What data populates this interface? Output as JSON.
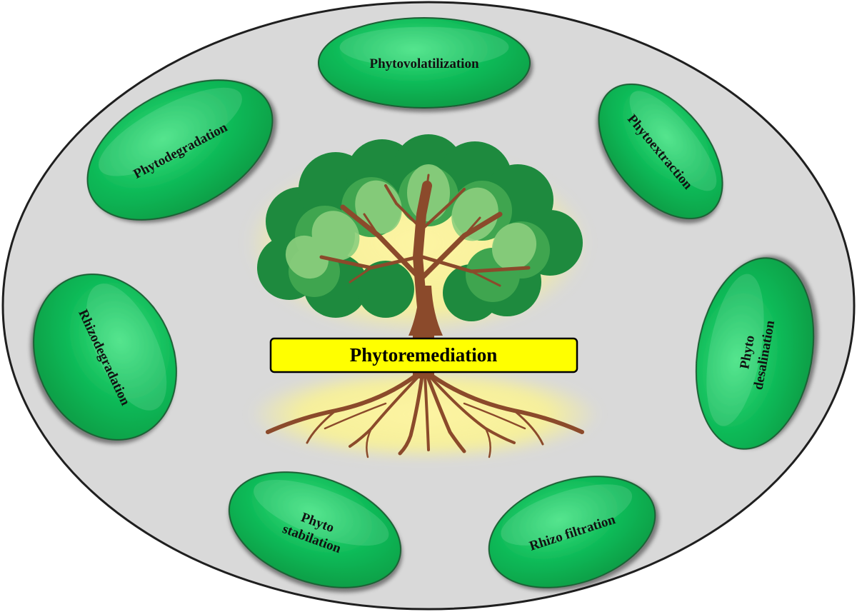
{
  "diagram": {
    "center_label": "Phytoremediation",
    "center_icon": "tree-with-roots-icon",
    "colors": {
      "background_oval": "#d9d9d9",
      "oval_border": "#1f1f1f",
      "pod_fill_light": "#3ee27f",
      "pod_fill": "#0db957",
      "pod_fill_dark": "#079a44",
      "pod_border": "#1e5e34",
      "banner_fill": "#ffff00",
      "banner_border": "#000000",
      "glow": "#fdf58c",
      "trunk": "#8b4a2b",
      "foliage_dark": "#1e8a3e",
      "foliage_light": "#8ccf7e"
    },
    "processes": [
      {
        "id": "phytovolatilization",
        "lines": [
          "Phytovolatilization"
        ]
      },
      {
        "id": "phytoextraction",
        "lines": [
          "Phytoextraction"
        ]
      },
      {
        "id": "phyto-desalination",
        "lines": [
          "Phyto",
          "desalination"
        ]
      },
      {
        "id": "rhizo-filtration",
        "lines": [
          "Rhizo filtration"
        ]
      },
      {
        "id": "phyto-stabilation",
        "lines": [
          "Phyto",
          "stabilation"
        ]
      },
      {
        "id": "rhizodegradation",
        "lines": [
          "Rhizodegradation"
        ]
      },
      {
        "id": "phytodegradation",
        "lines": [
          "Phytodegradation"
        ]
      }
    ]
  }
}
